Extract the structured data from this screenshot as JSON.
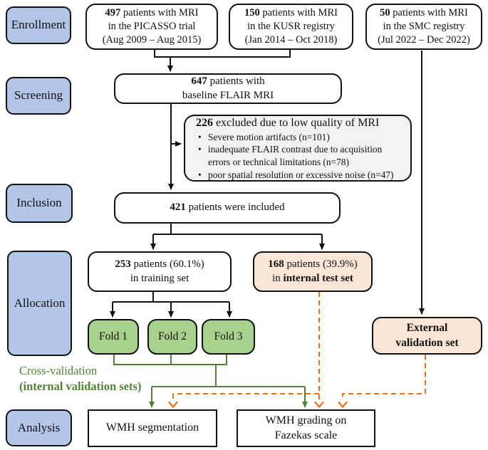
{
  "stages": {
    "enrollment": "Enrollment",
    "screening": "Screening",
    "inclusion": "Inclusion",
    "allocation": "Allocation",
    "analysis": "Analysis"
  },
  "enrollment_row": {
    "picasso": {
      "count": "497",
      "line1_rest": "patients with MRI",
      "line2": "in the PICASSO trial",
      "line3": "(Aug 2009 – Aug 2015)"
    },
    "kusr": {
      "count": "150",
      "line1_rest": "patients with MRI",
      "line2": "in the KUSR registry",
      "line3": "(Jan 2014 – Oct 2018)"
    },
    "smc": {
      "count": "50",
      "line1_rest": "patients with MRI",
      "line2": "in the SMC registry",
      "line3": "(Jul 2022 – Dec 2022)"
    }
  },
  "screening_box": {
    "count": "647",
    "line1_rest": "patients with",
    "line2": "baseline FLAIR MRI"
  },
  "exclusion": {
    "count": "226",
    "title_rest": "excluded due to low quality of MRI",
    "bullets": [
      "Severe motion artifacts (n=101)",
      "inadequate FLAIR contrast due to acquisition errors or technical limitations (n=78)",
      "poor spatial resolution or excessive noise (n=47)"
    ]
  },
  "inclusion_box": {
    "count": "421",
    "rest": "patients were included"
  },
  "allocation": {
    "training": {
      "count": "253",
      "line1_rest": "patients (60.1%)",
      "line2": "in training set"
    },
    "internal_test": {
      "count": "168",
      "line1_rest": "patients (39.9%)",
      "line2_prefix": "in ",
      "line2_bold": "internal test set"
    },
    "folds": [
      "Fold 1",
      "Fold 2",
      "Fold 3"
    ],
    "cross_validation": {
      "line1": "Cross-validation",
      "line2": "(internal validation sets)"
    },
    "external": {
      "line1": "External",
      "line2": "validation set"
    }
  },
  "analysis_row": {
    "segmentation": "WMH segmentation",
    "grading_line1": "WMH grading on",
    "grading_line2": "Fazekas scale"
  },
  "colors": {
    "stage_fill": "#b3c6e7",
    "fold_fill": "#a9d18e",
    "highlight_fill": "#fbe5d6",
    "exclusion_fill": "#f2f2f2",
    "green_accent": "#538135",
    "orange_accent": "#e5701c",
    "line_color": "#111111"
  }
}
